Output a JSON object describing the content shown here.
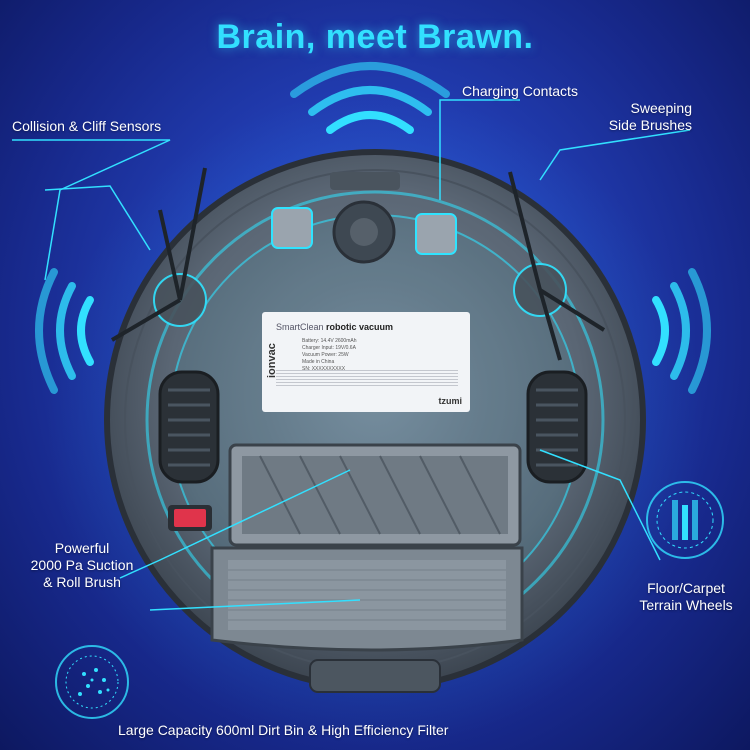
{
  "headline": "Brain, meet Brawn.",
  "callouts": {
    "collision": "Collision & Cliff Sensors",
    "charging": "Charging Contacts",
    "sweeping": [
      "Sweeping",
      "Side Brushes"
    ],
    "suction": [
      "Powerful",
      "2000 Pa Suction",
      "& Roll Brush"
    ],
    "wheels": [
      "Floor/Carpet",
      "Terrain Wheels"
    ],
    "dirtbin": "Large Capacity 600ml Dirt Bin & High Efficiency Filter"
  },
  "device_label": {
    "brand_small": "SmartClean",
    "product": "robotic vacuum",
    "battery": "Battery: 14.4V 2600mAh",
    "charger": "Charger Input: 19V/0.6A",
    "power": "Vacuum Power: 25W",
    "made": "Made in China",
    "sn": "SN: XXXXXXXXXX",
    "brand_side": "ionvac",
    "brand_corner": "tzumi"
  },
  "colors": {
    "accent": "#32e0ff",
    "background": "#2340b8",
    "robot_body": "#5d6a78"
  }
}
